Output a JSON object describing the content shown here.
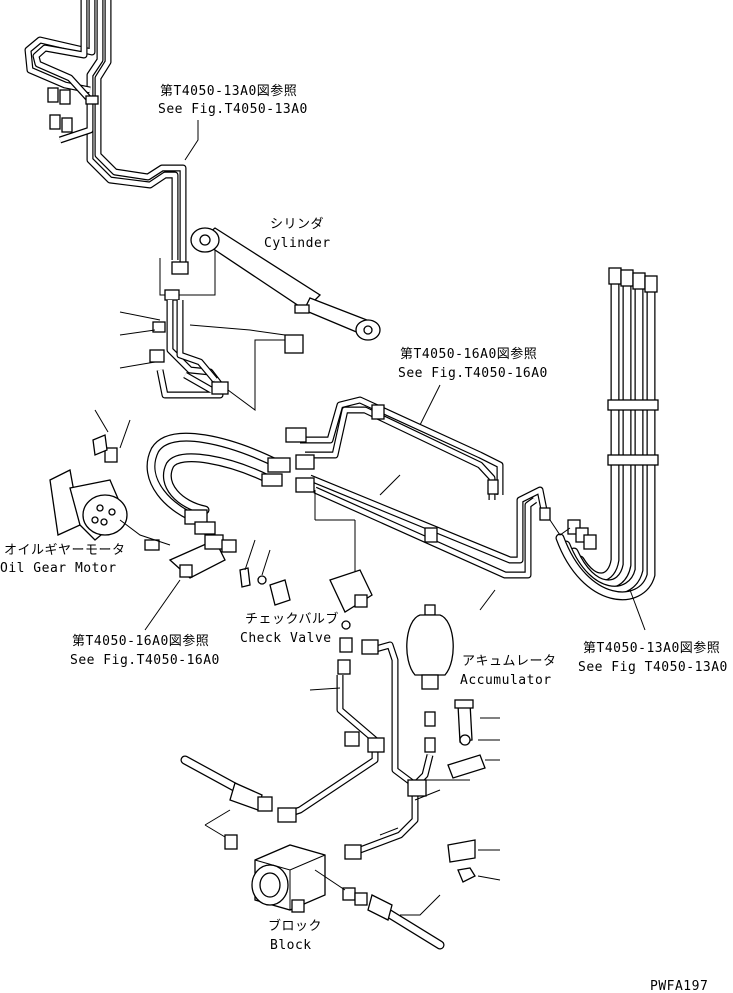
{
  "labels": {
    "ref_top_jp": "第T4050-13A0図参照",
    "ref_top_en": "See Fig.T4050-13A0",
    "cylinder_jp": "シリンダ",
    "cylinder_en": "Cylinder",
    "ref_mid_jp": "第T4050-16A0図参照",
    "ref_mid_en": "See Fig.T4050-16A0",
    "motor_jp": "オイルギヤーモータ",
    "motor_en": "Oil Gear Motor",
    "check_jp": "チェックバルブ",
    "check_en": "Check Valve",
    "ref_left_jp": "第T4050-16A0図参照",
    "ref_left_en": "See Fig.T4050-16A0",
    "ref_right_jp": "第T4050-13A0図参照",
    "ref_right_en": "See Fig T4050-13A0",
    "accum_jp": "アキュムレータ",
    "accum_en": "Accumulator",
    "block_jp": "ブロック",
    "block_en": "Block",
    "drawing_code": "PWFA197"
  }
}
